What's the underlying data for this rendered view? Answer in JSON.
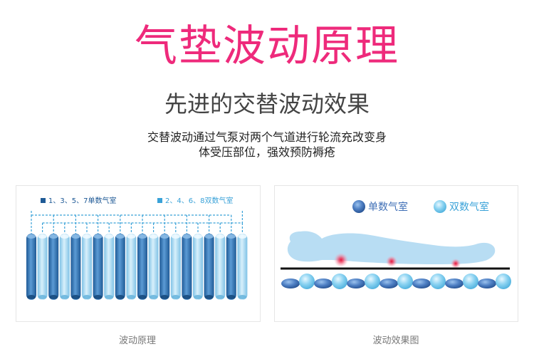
{
  "header": {
    "title": "气垫波动原理",
    "subtitle": "先进的交替波动效果",
    "description_line1": "交替波动通过气泵对两个气道进行轮流充改变身",
    "description_line2": "体受压部位，强效预防褥疮"
  },
  "left_panel": {
    "legend_odd": "1、3、5、7单数气室",
    "legend_even": "2、4、6、8双数气室",
    "caption": "波动原理",
    "colors": {
      "odd": "#2a6fb0",
      "even": "#9fd3ec",
      "pipe": "#3aa2d8"
    }
  },
  "right_panel": {
    "legend_single": "单数气室",
    "legend_double": "双数气室",
    "caption": "波动效果图",
    "colors": {
      "body": "#b8ddf3",
      "single": "#3f6fb6",
      "double": "#78c6ea",
      "pressure": "#e8133a"
    }
  }
}
